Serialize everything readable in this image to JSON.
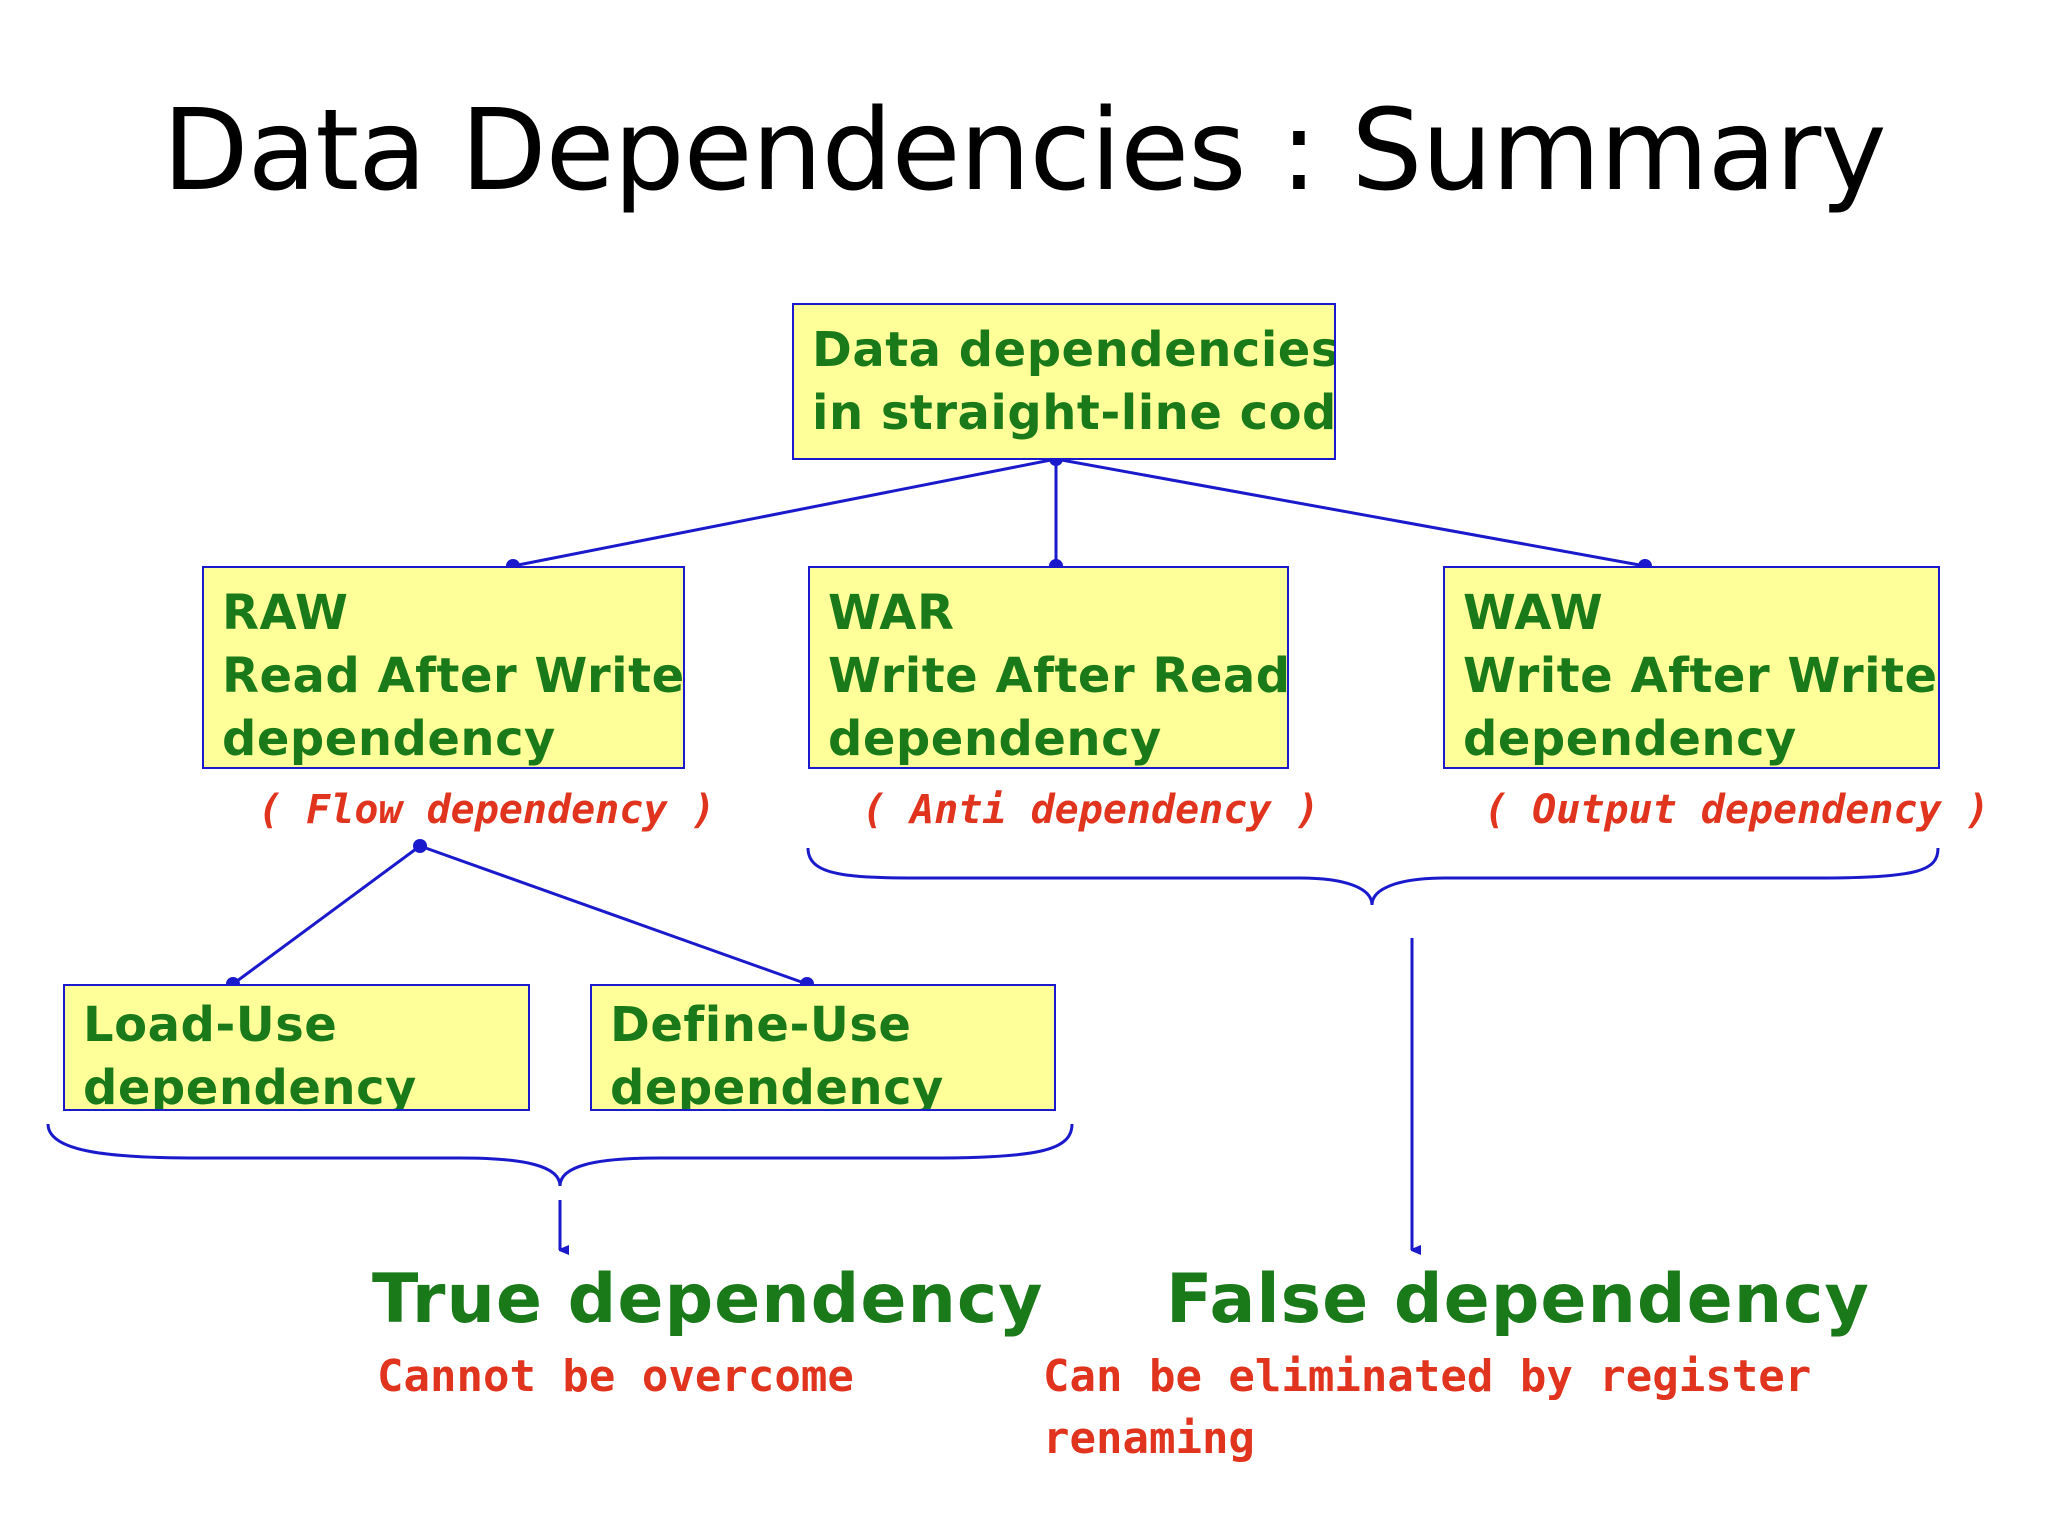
{
  "title": "Data Dependencies : Summary",
  "colors": {
    "box_fill": "#ffff99",
    "box_border": "#1a1acc",
    "green_text": "#1a7a1a",
    "red_text": "#e0341e",
    "connector": "#1a1acc"
  },
  "root": {
    "line1": "Data dependencies",
    "line2": "in straight-line code"
  },
  "raw": {
    "abbr": "RAW",
    "full": "Read After Write",
    "kind": "dependency",
    "alias": "( Flow dependency )"
  },
  "war": {
    "abbr": "WAR",
    "full": "Write After Read",
    "kind": "dependency",
    "alias": "( Anti dependency )"
  },
  "waw": {
    "abbr": "WAW",
    "full": "Write After Write",
    "kind": "dependency",
    "alias": "( Output dependency )"
  },
  "load_use": {
    "line1": "Load-Use",
    "line2": "dependency"
  },
  "define_use": {
    "line1": "Define-Use",
    "line2": "dependency"
  },
  "true_dep": {
    "label": "True dependency",
    "note": "Cannot be overcome"
  },
  "false_dep": {
    "label": "False dependency",
    "note_line1": "Can be eliminated by register",
    "note_line2": "renaming"
  }
}
